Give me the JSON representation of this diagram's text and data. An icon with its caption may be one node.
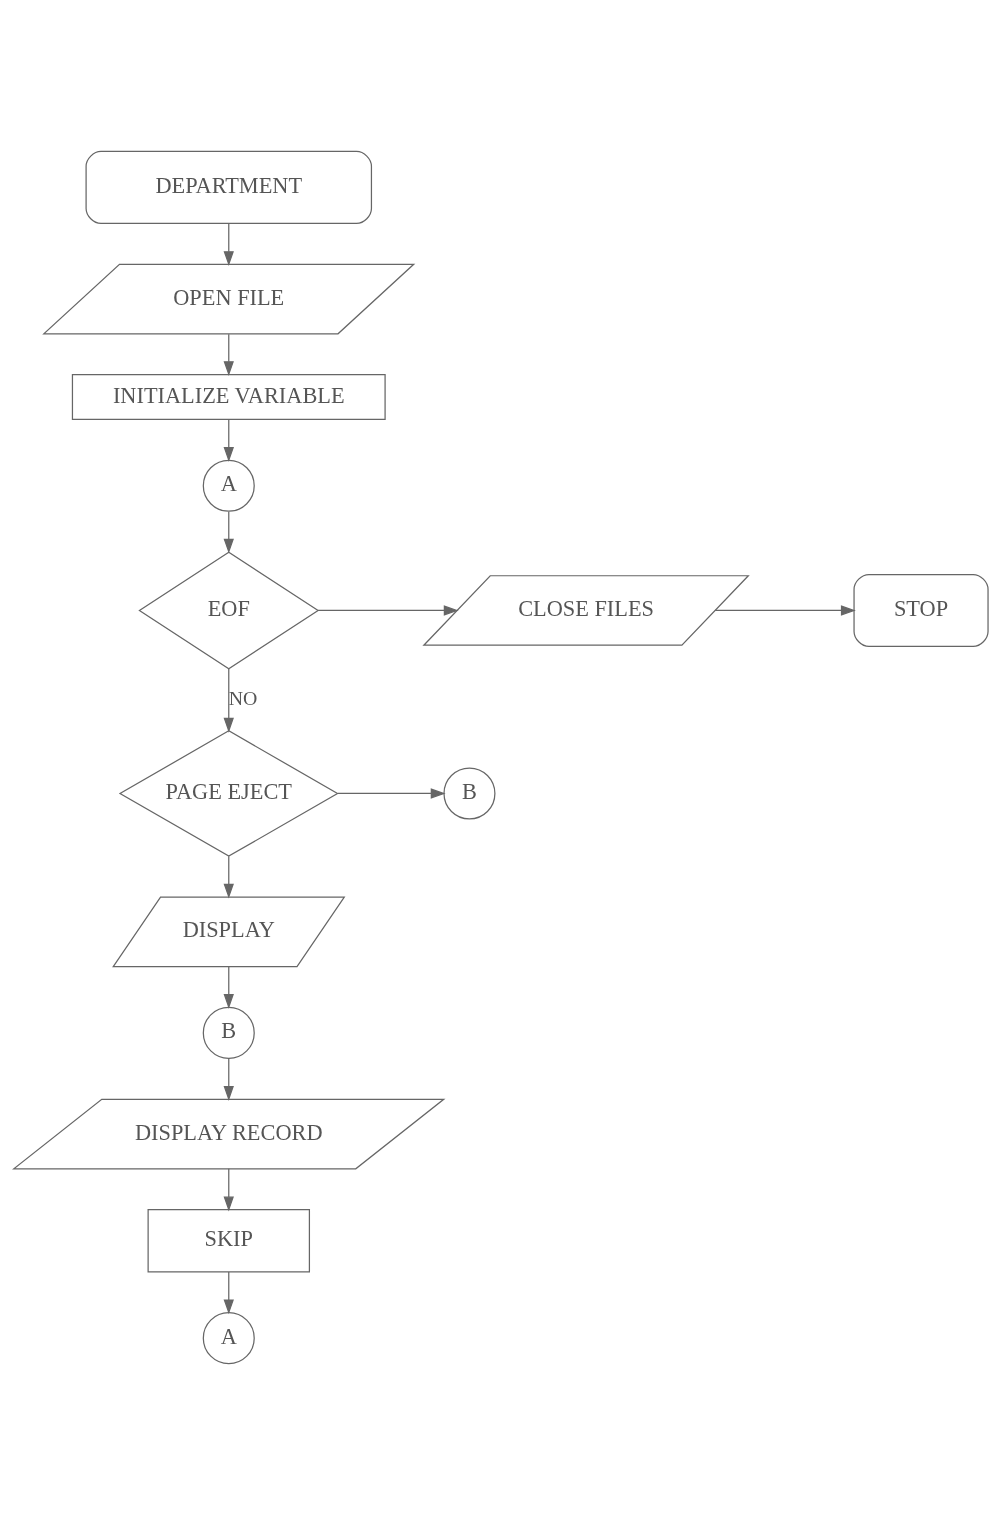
{
  "diagram": {
    "nodes": [
      {
        "text": [
          "DEPARTMENT"
        ]
      },
      {
        "text": [
          "OPEN FILE"
        ]
      },
      {
        "text": [
          "INITIALIZE VARIABLE"
        ]
      },
      {
        "text": [
          "A"
        ]
      },
      {
        "text": [
          "EOF"
        ]
      },
      {
        "text": [
          "CLOSE FILES"
        ]
      },
      {
        "text": [
          "STOP"
        ]
      },
      {
        "text": [
          "PAGE EJECT"
        ]
      },
      {
        "text": [
          "B"
        ]
      },
      {
        "text": [
          "DISPLAY"
        ]
      },
      {
        "text": [
          "B"
        ]
      },
      {
        "text": [
          "DISPLAY RECORD"
        ]
      },
      {
        "text": [
          "SKIP"
        ]
      },
      {
        "text": [
          "A"
        ]
      }
    ],
    "edges": [
      {
        "from": 0,
        "to": 1,
        "arrow": "to"
      },
      {
        "from": 1,
        "to": 2,
        "arrow": "to"
      },
      {
        "from": 2,
        "to": 3,
        "arrow": "to"
      },
      {
        "from": 3,
        "to": 4,
        "arrow": "to"
      },
      {
        "from": 4,
        "to": 5,
        "arrow": "to"
      },
      {
        "from": 5,
        "to": 6,
        "arrow": "to"
      },
      {
        "from": 4,
        "to": 7,
        "arrow": "to",
        "label": "NO"
      },
      {
        "from": 7,
        "to": 8,
        "arrow": "to"
      },
      {
        "from": 7,
        "to": 9,
        "arrow": "to"
      },
      {
        "from": 9,
        "to": 10,
        "arrow": "to"
      },
      {
        "from": 10,
        "to": 11,
        "arrow": "to"
      },
      {
        "from": 11,
        "to": 12,
        "arrow": "to"
      },
      {
        "from": 12,
        "to": 13,
        "arrow": "to"
      }
    ]
  }
}
